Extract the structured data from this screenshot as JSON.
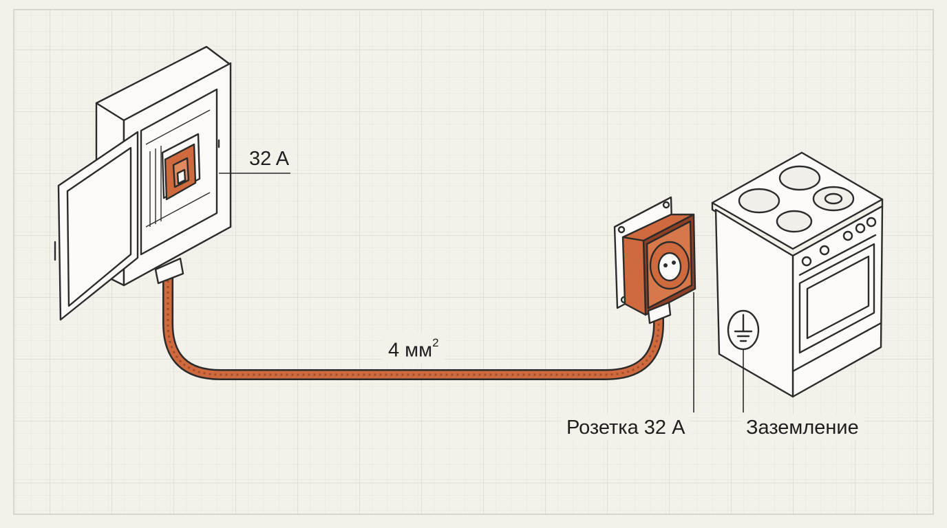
{
  "colors": {
    "paper": "#f4f1ea",
    "grid": "#dcdcd7",
    "ink": "#2b2b2b",
    "copper": "#cf6a3e",
    "copper_dark": "#8f4024",
    "appliance_fill": "#fbfaf6"
  },
  "labels": {
    "breaker": "32 A",
    "cable_value": "4 мм",
    "cable_sup": "2",
    "socket": "Розетка 32 A",
    "ground": "Заземление"
  },
  "icons": [
    "breaker-panel",
    "circuit-breaker",
    "cable",
    "socket-outlet",
    "electric-stove",
    "ground-icon"
  ]
}
